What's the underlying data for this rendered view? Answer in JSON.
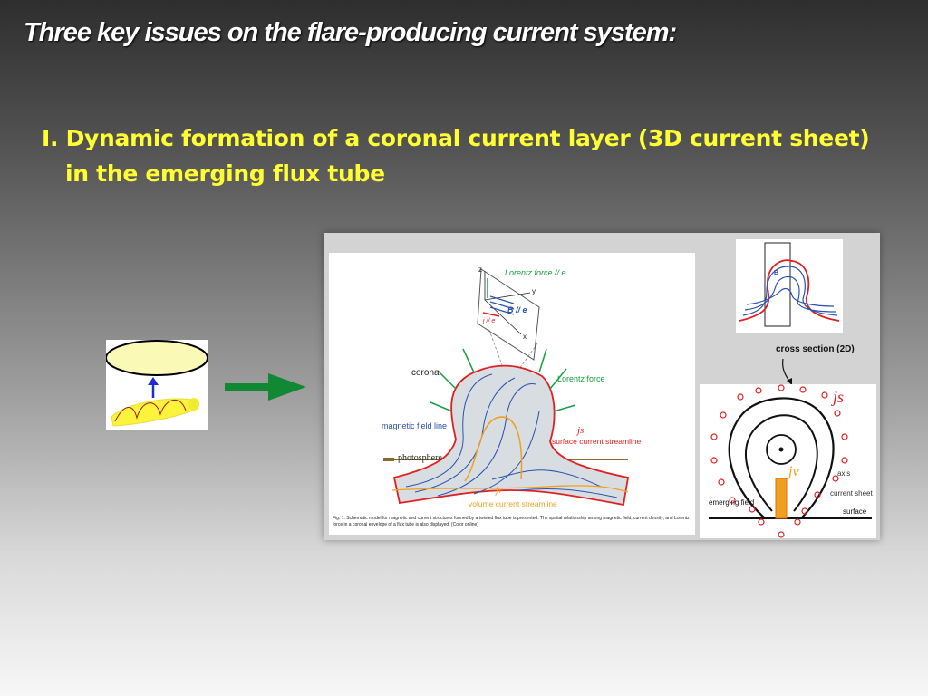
{
  "slide": {
    "title": "Three key issues on the flare-producing current system:",
    "issue_line1": "I. Dynamic formation of a coronal current layer (3D current sheet)",
    "issue_line2": "in the emerging flux tube"
  },
  "fig_main": {
    "lorentz_top": "Lorentz force // e",
    "axis_z": "z",
    "axis_y": "y",
    "axis_x": "x",
    "b_label": "B // e",
    "j_label": "j // e",
    "corona": "corona",
    "lorentz_force": "Lorentz force",
    "magnetic_field_line": "magnetic field line",
    "js": "js",
    "surface_current": "surface current streamline",
    "photosphere": "photosphere",
    "jv": "jv",
    "volume_current": "volume current streamline",
    "caption": "Fig. 1. Schematic model for magnetic and current structures formed by a twisted flux tube is presented. The spatial relationship among magnetic field, current density, and Lorentz force in a coronal envelope of a flux tube is also displayed. (Color online)"
  },
  "fig_right": {
    "b_label": "B",
    "cross_section": "cross section (2D)",
    "js": "js",
    "jv": "jv",
    "axis": "axis",
    "current_sheet": "current sheet",
    "emerging_field": "emerging field",
    "surface": "surface"
  },
  "colors": {
    "title": "#ffffff",
    "issue": "#ffff33",
    "arrow": "#118833",
    "field_line": "#2a52b0",
    "current": "#e02020",
    "volume_current": "#f0a020"
  }
}
